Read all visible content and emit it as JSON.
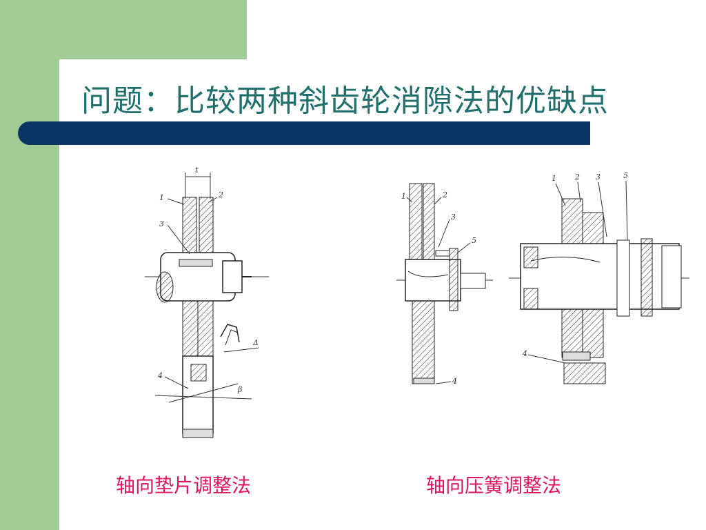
{
  "slide": {
    "title": "问题：比较两种斜齿轮消隙法的优缺点",
    "colors": {
      "accent_green": "#a2cb96",
      "rule_navy": "#0b3564",
      "title_teal": "#1f6f6d",
      "caption_red": "#e0135c"
    }
  },
  "figures": {
    "left": {
      "caption": "轴向垫片调整法",
      "labels": [
        "1",
        "2",
        "3",
        "4",
        "t",
        "Δ",
        "β"
      ]
    },
    "right": {
      "caption": "轴向压簧调整法",
      "left_labels": [
        "1",
        "2",
        "3",
        "5",
        "4"
      ],
      "right_labels": [
        "1",
        "2",
        "3",
        "5",
        "4"
      ]
    }
  }
}
